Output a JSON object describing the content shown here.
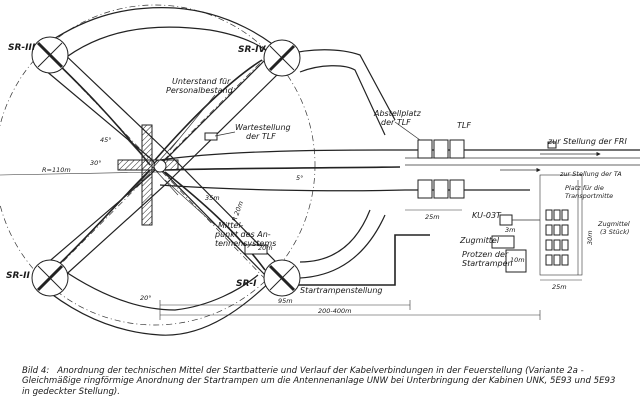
{
  "labels": {
    "sr3": "SR-III",
    "sr4": "SR-IV",
    "sr2": "SR-II",
    "sr1": "SR-I",
    "unterstand": [
      "Unterstand für",
      "Personalbestand"
    ],
    "wartestellung": [
      "Wartestellung",
      "der TLF"
    ],
    "abstellplatz": [
      "Abstellplatz",
      "der TLF"
    ],
    "tlf": "TLF",
    "zur_stellung_fri": "zur Stellung der FRI",
    "zur_stellung_ta": "zur Stellung der TA",
    "platz_transport": [
      "Platz für die",
      "Transportmitte"
    ],
    "zugmittel_right": [
      "Zugmittel",
      "(3 Stück)"
    ],
    "ku03t": "KU-03T",
    "zugmittel": "Zugmittel",
    "protzen": [
      "Protzen der",
      "Startrampen"
    ],
    "mittelpunkt": [
      "Mittel-",
      "punkt des An-",
      "tennensystems"
    ],
    "startrampenstellung": "Startrampenstellung",
    "angle_45": "45°",
    "angle_30": "30°",
    "angle_20": "20°",
    "angle_5": "5°",
    "dim_radius": "R=110m",
    "dim_35": "35m",
    "dim_25a": "25m",
    "dim_25b": "25m",
    "dim_20a": "20m",
    "dim_95": "95m",
    "dim_200": "200-400m",
    "dim_r20": "R 20m",
    "dim_3": "3m",
    "dim_30": "30m",
    "dim_10": "10m"
  },
  "caption": {
    "number": "Bild 4:",
    "text": "Anordnung der technischen Mittel der Startbatterie und Verlauf der Kabelverbindungen in der Feuerstellung (Variante 2a - Gleichmäßige ringförmige Anordnung der Startrampen um die Antennenanlage UNW bei Unterbringung der Kabinen UNK, 5E93 und 5E93 in gedeckter Stellung)."
  }
}
